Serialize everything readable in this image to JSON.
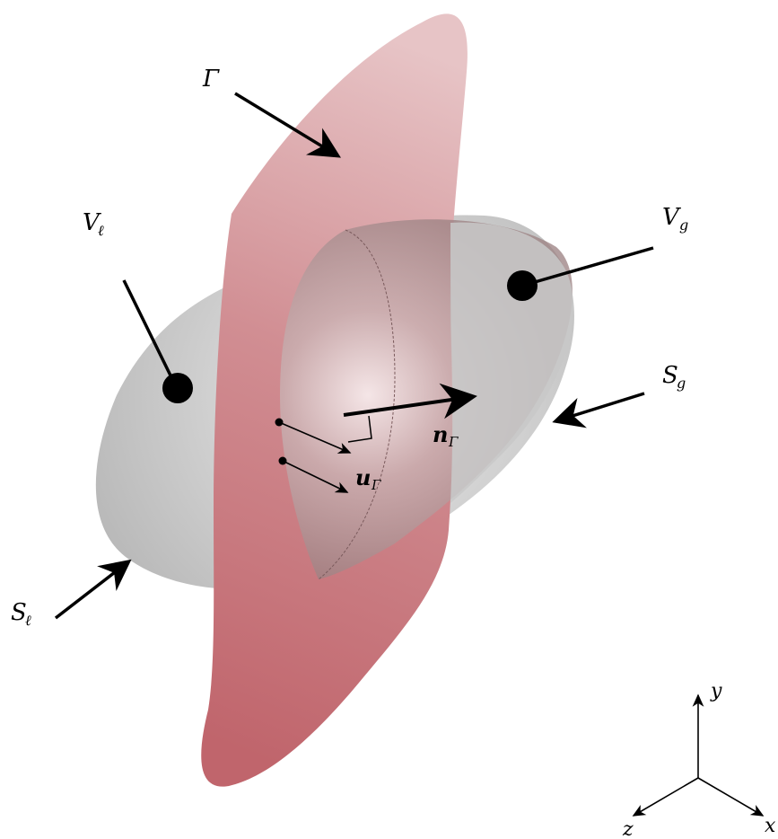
{
  "labels": {
    "gamma_main": "Γ",
    "v_l_main": "V",
    "v_l_sub": "ℓ",
    "v_g_main": "V",
    "v_g_sub": "g",
    "s_l_main": "S",
    "s_l_sub": "ℓ",
    "s_g_main": "S",
    "s_g_sub": "g",
    "n_main": "n",
    "n_sub": "Γ",
    "u_main": "u",
    "u_sub": "Γ",
    "axis_x": "x",
    "axis_y": "y",
    "axis_z": "z"
  },
  "colors": {
    "interface_surface": "#c0686e",
    "interface_surface_light": "#e6c2c4",
    "bubble_fill": "#bdbdbd",
    "bubble_highlight": "#ffffff",
    "ink": "#000000"
  },
  "icons": {
    "arrow": "filled-arrowhead",
    "point": "filled-circle"
  }
}
